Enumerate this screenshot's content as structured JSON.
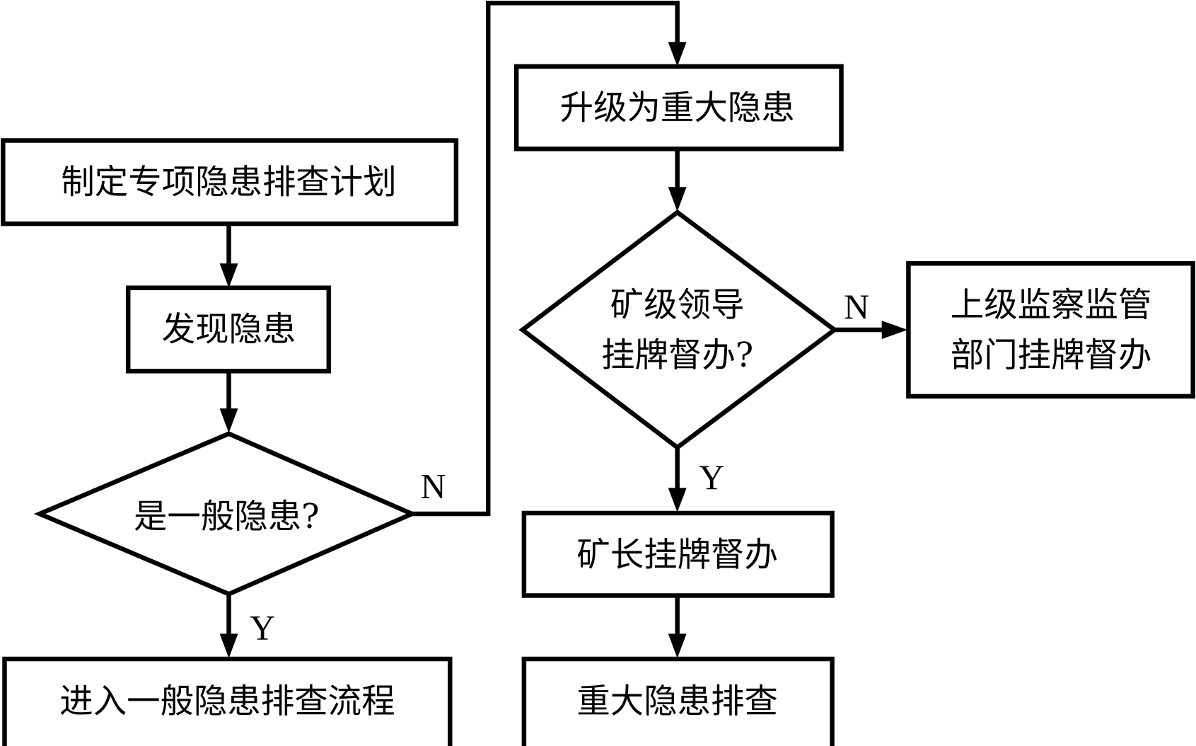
{
  "flowchart": {
    "nodes": {
      "plan": {
        "type": "process",
        "text": "制定专项隐患排查计划"
      },
      "discover": {
        "type": "process",
        "text": "发现隐患"
      },
      "is_general": {
        "type": "decision",
        "text": "是一般隐患?"
      },
      "general_flow": {
        "type": "process",
        "text": "进入一般隐患排查流程"
      },
      "upgrade": {
        "type": "process",
        "text": "升级为重大隐患"
      },
      "mine_leader": {
        "type": "decision",
        "lines": [
          "矿级领导",
          "挂牌督办?"
        ]
      },
      "superior": {
        "type": "process",
        "lines": [
          "上级监察监管",
          "部门挂牌督办"
        ]
      },
      "mine_chief": {
        "type": "process",
        "text": "矿长挂牌督办"
      },
      "major_check": {
        "type": "process",
        "text": "重大隐患排查"
      }
    },
    "edge_labels": {
      "general_yes": "Y",
      "general_no": "N",
      "leader_yes": "Y",
      "leader_no": "N"
    },
    "edges": [
      {
        "from": "plan",
        "to": "discover",
        "label": ""
      },
      {
        "from": "discover",
        "to": "is_general",
        "label": ""
      },
      {
        "from": "is_general",
        "to": "general_flow",
        "label": "Y"
      },
      {
        "from": "is_general",
        "to": "upgrade",
        "label": "N"
      },
      {
        "from": "upgrade",
        "to": "mine_leader",
        "label": ""
      },
      {
        "from": "mine_leader",
        "to": "superior",
        "label": "N"
      },
      {
        "from": "mine_leader",
        "to": "mine_chief",
        "label": "Y"
      },
      {
        "from": "mine_chief",
        "to": "major_check",
        "label": ""
      }
    ]
  }
}
